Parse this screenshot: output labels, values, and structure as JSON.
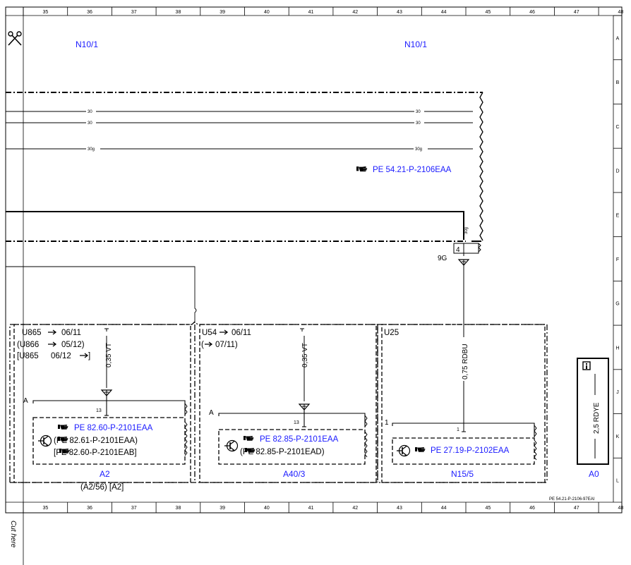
{
  "grid": {
    "columns": [
      "35",
      "36",
      "37",
      "38",
      "39",
      "40",
      "41",
      "42",
      "43",
      "44",
      "45",
      "46",
      "47",
      "48"
    ],
    "rows": [
      "A",
      "B",
      "C",
      "D",
      "E",
      "F",
      "G",
      "H",
      "J",
      "K",
      "L"
    ]
  },
  "header_labels": {
    "left": "N10/1",
    "right": "N10/1"
  },
  "wires": {
    "w30_a": "30",
    "w30_b": "30",
    "w30g": "30g",
    "w30_a2": "30",
    "w30_b2": "30",
    "w30g2": "30g",
    "vert_30g": "30g",
    "pin_4": "4",
    "conn_9G": "9G",
    "vt_a2": "0,35 VT",
    "vt_a40": "0,35 VT",
    "rdbu": "0,75 RDBU",
    "pin_13_a2": "13",
    "pin_13_a40": "13",
    "pin_1": "1",
    "pin_1b": "1",
    "rdye": "2,5 RDYE",
    "letter_a_a2": "A",
    "letter_a_a40": "A"
  },
  "refs": {
    "top": "PE 54.21-P-2106EAA",
    "a2_1": "PE 82.60-P-2101EAA",
    "a2_2": "(PE 82.61-P-2101EAA)",
    "a2_3": "[PE 82.60-P-2101EAB]",
    "a40_1": "PE 82.85-P-2101EAA",
    "a40_2": "(PE 82.85-P-2101EAD)",
    "n15": "PE 27.19-P-2102EAA"
  },
  "notes": {
    "a2_l1a": "U865",
    "a2_l1b": "06/11",
    "a2_l2a": "(U866",
    "a2_l2b": "05/12)",
    "a2_l3a": "[U865",
    "a2_l3b": "06/12",
    "a2_l3c": "]",
    "a40_l1a": "U54",
    "a40_l1b": "06/11",
    "a40_l2a": "(",
    "a40_l2b": "07/11)",
    "u25": "U25"
  },
  "components": {
    "a2": "A2",
    "a2_sub": "(A2/56)  [A2]",
    "a40": "A40/3",
    "n15": "N15/5",
    "a0": "A0"
  },
  "footer": {
    "doc_id": "PE 54.21-P-2106-97EAI",
    "cut_here": "Cut here"
  },
  "colors": {
    "link_blue": "#1a1aff",
    "line": "#000000"
  },
  "icons": [
    "scissors-icon",
    "pointing-hand-icon",
    "transistor-icon",
    "info-icon",
    "arrow-right-icon"
  ]
}
